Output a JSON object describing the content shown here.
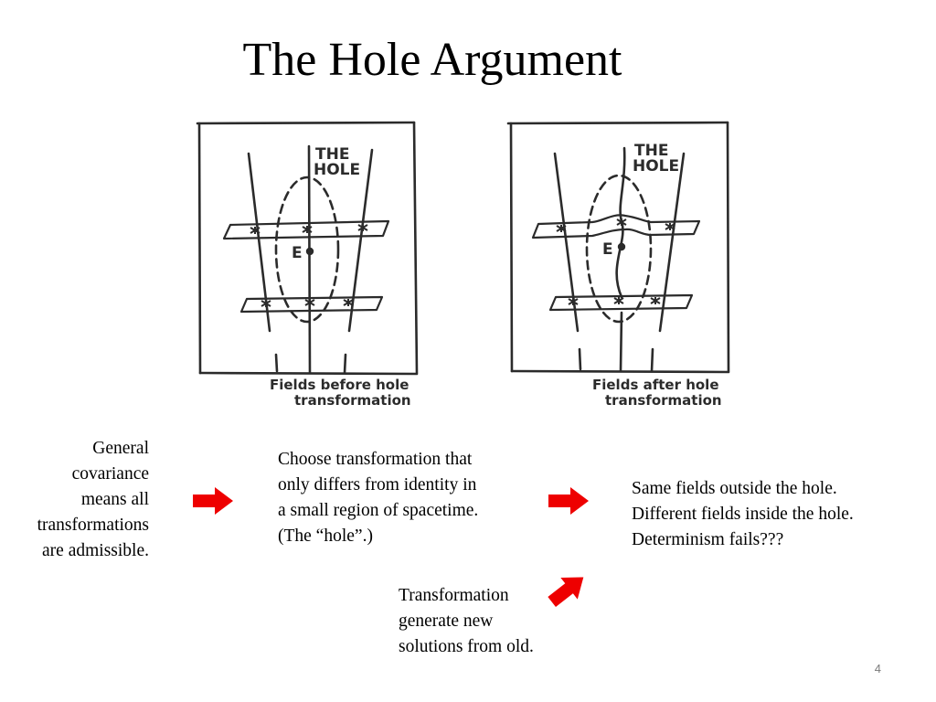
{
  "slide": {
    "title": "The Hole Argument",
    "number": "4"
  },
  "panels": {
    "before": {
      "hole_label_line1": "THE",
      "hole_label_line2": "HOLE",
      "event_label": "E",
      "caption_line1": "Fields before hole",
      "caption_line2": "transformation"
    },
    "after": {
      "hole_label_line1": "THE",
      "hole_label_line2": "HOLE",
      "event_label": "E",
      "caption_line1": "Fields after hole",
      "caption_line2": "transformation"
    }
  },
  "texts": {
    "general_covariance": [
      "General",
      "covariance",
      "means all",
      "transformations",
      "are admissible."
    ],
    "choose_transformation": [
      "Choose transformation that",
      "only differs from identity in",
      "a small region of spacetime.",
      "(The “hole”.)"
    ],
    "result": [
      "Same fields outside the hole.",
      "Different fields inside the hole.",
      "Determinism fails???"
    ],
    "new_solutions": [
      "Transformation",
      "generate new",
      "solutions from old."
    ]
  },
  "colors": {
    "arrow": "#ee0000",
    "sketch_line": "#2b2b2b"
  },
  "icons": {
    "arrows": "red-arrow-icon"
  }
}
